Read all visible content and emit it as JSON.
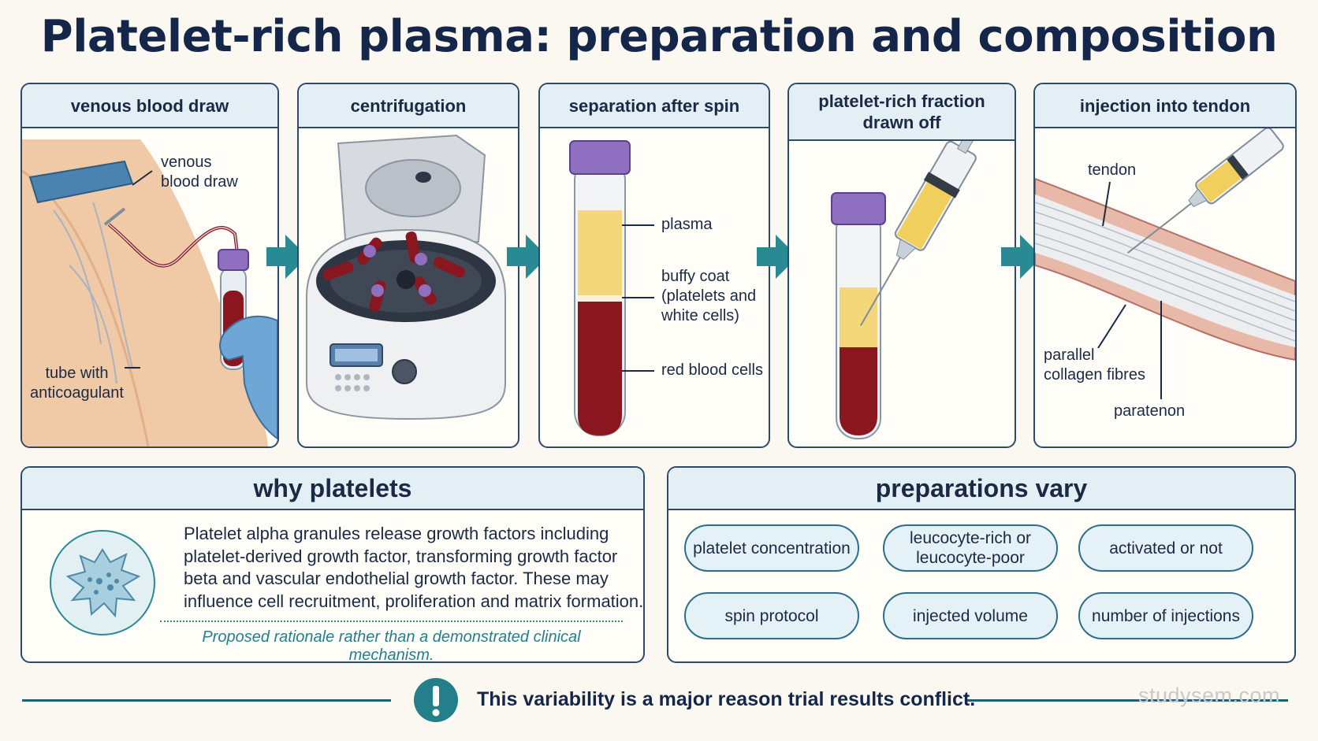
{
  "title": "Platelet-rich plasma: preparation and composition",
  "steps": [
    {
      "heading": "venous blood draw",
      "labels": [
        "venous\nblood draw",
        "tube with\nanticoagulant"
      ]
    },
    {
      "heading": "centrifugation"
    },
    {
      "heading": "separation after spin",
      "labels": [
        "plasma",
        "buffy coat\n(platelets and\nwhite cells)",
        "red blood cells"
      ]
    },
    {
      "heading": "platelet-rich fraction\ndrawn off"
    },
    {
      "heading": "injection into tendon",
      "labels": [
        "tendon",
        "parallel\ncollagen fibres",
        "paratenon"
      ]
    }
  ],
  "why": {
    "heading": "why platelets",
    "body": "Platelet alpha granules release growth factors including platelet-derived growth factor, transforming growth factor beta and vascular endothelial growth factor. These may influence cell recruitment, proliferation and matrix formation.",
    "note": "Proposed rationale rather than a demonstrated clinical mechanism."
  },
  "preparations": {
    "heading": "preparations vary",
    "items": [
      "platelet concentration",
      "leucocyte-rich or\nleucocyte-poor",
      "activated or not",
      "spin protocol",
      "injected volume",
      "number of injections"
    ]
  },
  "footer": {
    "text": "This variability is a major reason trial results conflict.",
    "icon": "exclamation-icon"
  },
  "watermark": "studysem.com",
  "colors": {
    "navy": "#14274a",
    "teal": "#2a8a93",
    "panel_header": "#e3eff5",
    "blood": "#8a1620",
    "plasma": "#f3d77a",
    "cap": "#8f6fc0"
  }
}
